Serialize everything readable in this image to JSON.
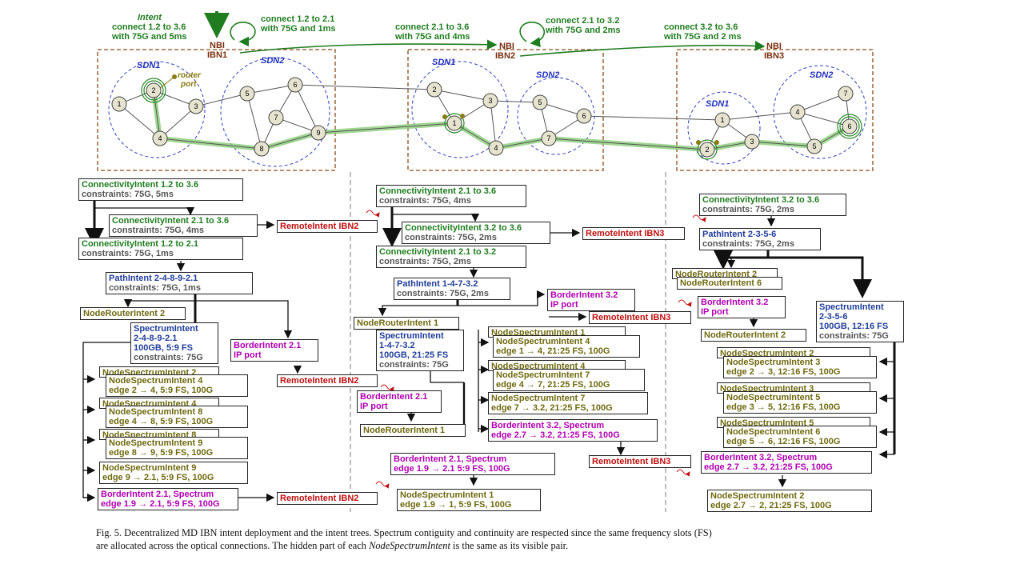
{
  "top": {
    "intent_word": "Intent",
    "intent1_line1": "connect 1.2 to 3.6",
    "intent1_line2": "with 75G and 5ms",
    "intent2_line1": "connect 1.2 to 2.1",
    "intent2_line2": "with 75G and 1ms",
    "intent3_line1": "connect 2.1 to 3.6",
    "intent3_line2": "with 75G and 4ms",
    "intent4_line1": "connect 2.1 to 3.2",
    "intent4_line2": "with 75G and 2ms",
    "intent5_line1": "connect 3.2 to 3.6",
    "intent5_line2": "with 75G and 2 ms",
    "nbi": "NBI",
    "ibn1": "IBN1",
    "ibn2": "IBN2",
    "ibn3": "IBN3",
    "sdn1": "SDN1",
    "sdn2": "SDN2",
    "router_port_1": "router",
    "router_port_2": "port"
  },
  "col1": {
    "b1_t": "ConnectivityIntent 1.2 to 3.6",
    "b1_c": "constraints: 75G, 5ms",
    "b2_t": "ConnectivityIntent 2.1 to 3.6",
    "b2_c": "constraints: 75G, 4ms",
    "b3_t": "ConnectivityIntent 1.2 to 2.1",
    "b3_c": "constraints: 75G, 1ms",
    "b4_t": "PathIntent 2-4-8-9-2.1",
    "b4_c": "constraints: 75G, 1ms",
    "b5": "NodeRouterIntent 2",
    "b6_1": "SpectrumIntent",
    "b6_2": "2-4-8-9-2.1",
    "b6_3": "100GB, 5:9 FS",
    "b6_c": "constraints: 75G",
    "b7_1": "BorderIntent 2.1",
    "b7_2": "IP port",
    "ns1_h": "NodeSpectrumIntent 2",
    "ns1_t": "NodeSpectrumIntent 4",
    "ns1_e": "edge 2 → 4, 5:9 FS, 100G",
    "ns2_h": "NodeSpectrumIntent 4",
    "ns2_t": "NodeSpectrumIntent 8",
    "ns2_e": "edge 4 → 8, 5:9 FS, 100G",
    "ns3_h": "NodeSpectrumIntent 8",
    "ns3_t": "NodeSpectrumIntent 9",
    "ns3_e": "edge 8 → 9, 5:9 FS, 100G",
    "ns4_t": "NodeSpectrumIntent 9",
    "ns4_e": "edge 9 → 2.1, 5:9 FS, 100G",
    "bs_t": "BorderIntent 2.1, Spectrum",
    "bs_e": "edge 1.9 → 2.1, 5:9 FS, 100G",
    "rem1": "RemoteIntent IBN2",
    "rem2": "RemoteIntent IBN2",
    "rem3": "RemoteIntent IBN2"
  },
  "col2": {
    "b1_t": "ConnectivityIntent 2.1 to 3.6",
    "b1_c": "constraints: 75G, 4ms",
    "b2_t": "ConnectivityIntent 3.2 to 3.6",
    "b2_c": "constraints: 75G, 2ms",
    "b3_t": "ConnectivityIntent 2.1 to 3.2",
    "b3_c": "constraints: 75G, 2ms",
    "b4_t": "PathIntent 1-4-7-3.2",
    "b4_c": "constraints: 75G, 2ms",
    "b5_1": "BorderIntent 3.2",
    "b5_2": "IP port",
    "b6": "NodeRouterIntent 1",
    "b7_1": "SpectrumIntent",
    "b7_2": "1-4-7-3.2",
    "b7_3": "100GB, 21:25 FS",
    "b7_c": "constraints: 75G",
    "ns1_h": "NodeSpectrumIntent 1",
    "ns1_t": "NodeSpectrumIntent 4",
    "ns1_e": "edge 1 → 4, 21:25 FS, 100G",
    "ns2_h": "NodeSpectrumIntent 4",
    "ns2_t": "NodeSpectrumIntent 7",
    "ns2_e": "edge 4 → 7, 21:25 FS, 100G",
    "ns3_t": "NodeSpectrumIntent 7",
    "ns3_e": "edge 7 → 3.2, 21:25 FS, 100G",
    "bs_t": "BorderIntent 3.2, Spectrum",
    "bs_e": "edge 2.7 → 3.2, 21:25 FS, 100G",
    "bi_1": "BorderIntent 2.1",
    "bi_2": "IP port",
    "nr": "NodeRouterIntent 1",
    "bs2_t": "BorderIntent 2.1, Spectrum",
    "bs2_e": "edge 1.9 → 2.1 5:9 FS, 100G",
    "nsl_t": "NodeSpectrumIntent 1",
    "nsl_e": "edge 1.9 → 1, 5:9 FS, 100G",
    "rem1": "RemoteIntent IBN3",
    "rem2": "RemoteIntent IBN3",
    "rem3": "RemoteIntent IBN3"
  },
  "col3": {
    "b1_t": "ConnectivityIntent 3.2 to 3.6",
    "b1_c": "constraints: 75G, 2ms",
    "b2_t": "PathIntent 2-3-5-6",
    "b2_c": "constraints: 75G, 2ms",
    "nr2": "NodeRouterIntent 2",
    "nr6": "NodeRouterIntent 6",
    "bi_1": "BorderIntent 3.2",
    "bi_2": "IP port",
    "nr2b": "NodeRouterIntent 2",
    "sp_1": "SpectrumIntent",
    "sp_2": "2-3-5-6",
    "sp_3": "100GB, 12:16 FS",
    "sp_c": "constraints: 75G",
    "ns1_h": "NodeSpectrumIntent 2",
    "ns1_t": "NodeSpectrumIntent 3",
    "ns1_e": "edge 2 → 3, 12:16 FS, 100G",
    "ns2_h": "NodeSpectrumIntent 3",
    "ns2_t": "NodeSpectrumIntent 5",
    "ns2_e": "edge 3 → 5, 12:16 FS, 100G",
    "ns3_h": "NodeSpectrumIntent 5",
    "ns3_t": "NodeSpectrumIntent 6",
    "ns3_e": "edge 5 → 6, 12:16 FS, 100G",
    "bs_t": "BorderIntent 3.2, Spectrum",
    "bs_e": "edge 2.7 → 3.2, 21:25 FS, 100G",
    "nsl_t": "NodeSpectrumIntent 2",
    "nsl_e": "edge 2.7 → 2, 21:25 FS, 100G"
  },
  "caption": {
    "part1": "Fig. 5.  Decentralized MD IBN intent deployment and the intent trees. Spectrum contiguity and continuity are respected since the same frequency slots (FS)",
    "part2": "are allocated across the optical connections. The hidden part of each ",
    "em": "NodeSpectrumIntent",
    "part3": " is the same as its visible pair."
  },
  "colors": {
    "connectivity": "#1f7d1f",
    "path": "#1f3d9a",
    "node": "#6f6a10",
    "border": "#b000b0",
    "remote": "#c01010",
    "domain_box": "#8a4a1a",
    "sdn_circle": "#3040c0",
    "lightpath": "#8fcf7f"
  }
}
